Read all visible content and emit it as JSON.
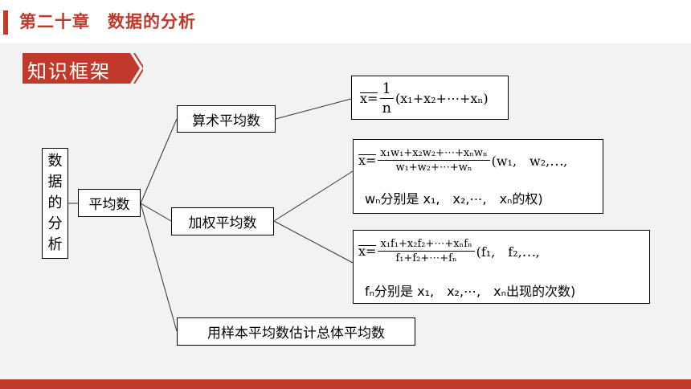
{
  "header": {
    "title": "第二十章　数据的分析"
  },
  "section_tag": {
    "label": "知识框架"
  },
  "colors": {
    "accent": "#c0392b",
    "content_bg": "#f2f2f2"
  },
  "tree": {
    "root": {
      "chars": [
        "数",
        "据",
        "的",
        "分",
        "析"
      ]
    },
    "level1": {
      "label": "平均数"
    },
    "level2": {
      "arith": "算术平均数",
      "weighted": "加权平均数",
      "sample": "用样本平均数估计总体平均数"
    }
  },
  "formulas": {
    "arith": {
      "lhs": "x=",
      "num": "1",
      "den": "n",
      "tail": "(x₁+x₂+⋯+xₙ)"
    },
    "weighted_w": {
      "lhs": "x=",
      "num": "x₁w₁+x₂w₂+⋯+xₙwₙ",
      "den": "w₁+w₂+⋯+wₙ",
      "tail": "(w₁,　w₂,⋯,",
      "line2": "wₙ分别是 x₁,　x₂,⋯,　xₙ的权)"
    },
    "weighted_f": {
      "lhs": "x=",
      "num": "x₁f₁+x₂f₂+⋯+xₙfₙ",
      "den": "f₁+f₂+⋯+fₙ",
      "tail": "(f₁,　f₂,⋯,",
      "line2": "fₙ分别是 x₁,　x₂,⋯,　xₙ出现的次数)"
    }
  }
}
